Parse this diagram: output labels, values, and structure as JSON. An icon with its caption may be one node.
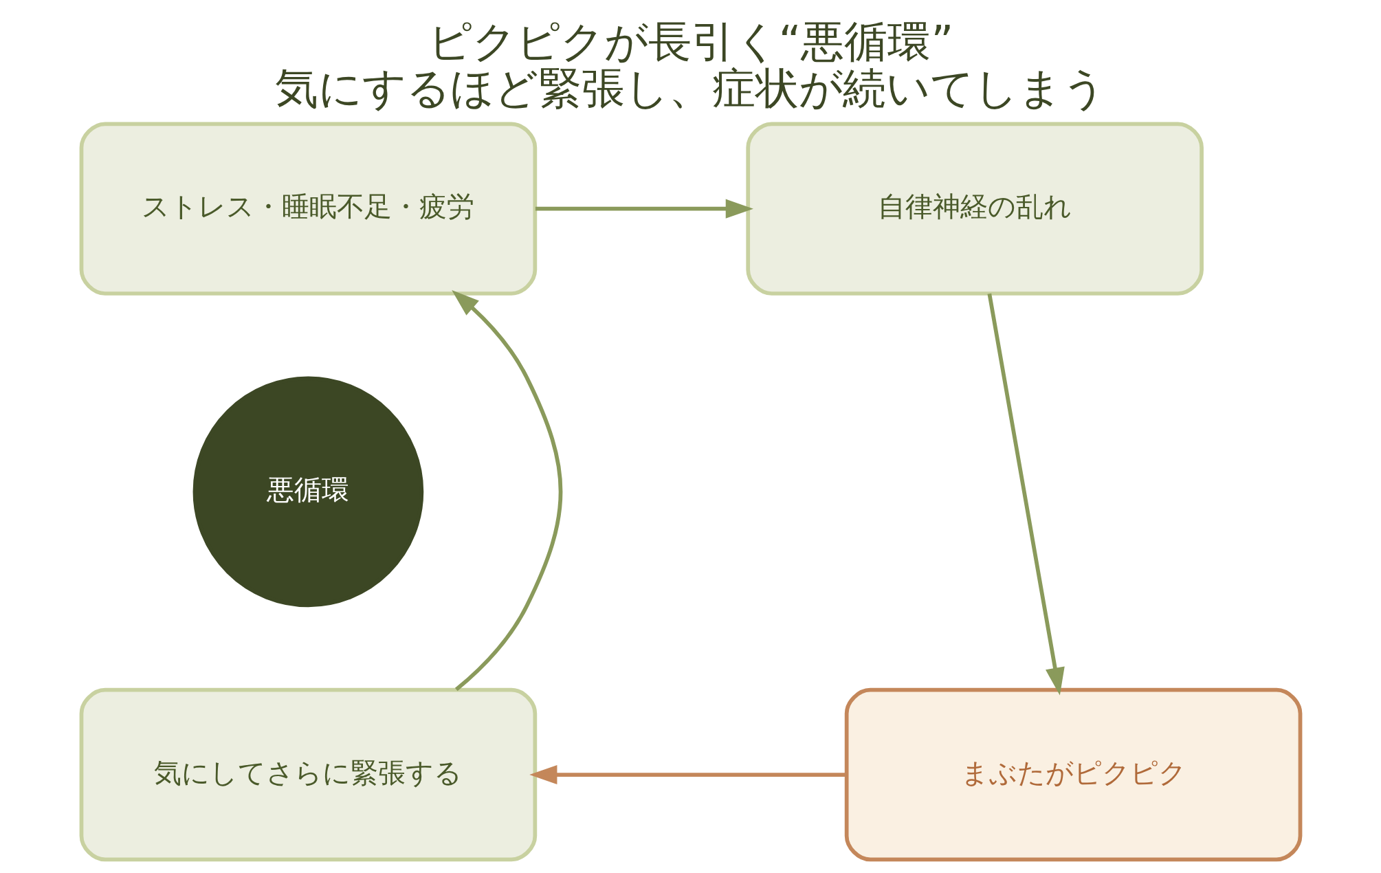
{
  "diagram": {
    "title": "ピクピクが長引く“悪循環”",
    "caption": "気にするほど緊張し、症状が続いてしまう",
    "nodes": [
      {
        "text": [
          "ストレス・睡眠不足・疲労"
        ]
      },
      {
        "text": [
          "自律神経の乱れ"
        ]
      },
      {
        "text": [
          "まぶたがピクピク"
        ]
      },
      {
        "text": [
          "気にしてさらに緊張する"
        ]
      },
      {
        "text": [
          "悪循環"
        ]
      }
    ],
    "edges": [
      {
        "from": 0,
        "to": 1,
        "arrow": "to"
      },
      {
        "from": 1,
        "to": 2,
        "arrow": "to"
      },
      {
        "from": 2,
        "to": 3,
        "arrow": "to",
        "color": "#c4875a"
      },
      {
        "from": 3,
        "to": 0,
        "arrow": "to"
      }
    ]
  }
}
